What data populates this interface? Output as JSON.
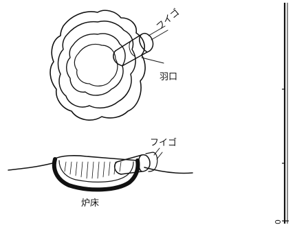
{
  "top_view": {
    "label_bellows_pipe": "フイゴ",
    "label_tuyere": "羽口"
  },
  "side_view": {
    "label_bellows_pipe": "フイゴ",
    "label_hearth": "炉床"
  },
  "scale_bar": {
    "zero_label": "0"
  },
  "colors": {
    "ink": "#111111",
    "paper": "#ffffff"
  }
}
